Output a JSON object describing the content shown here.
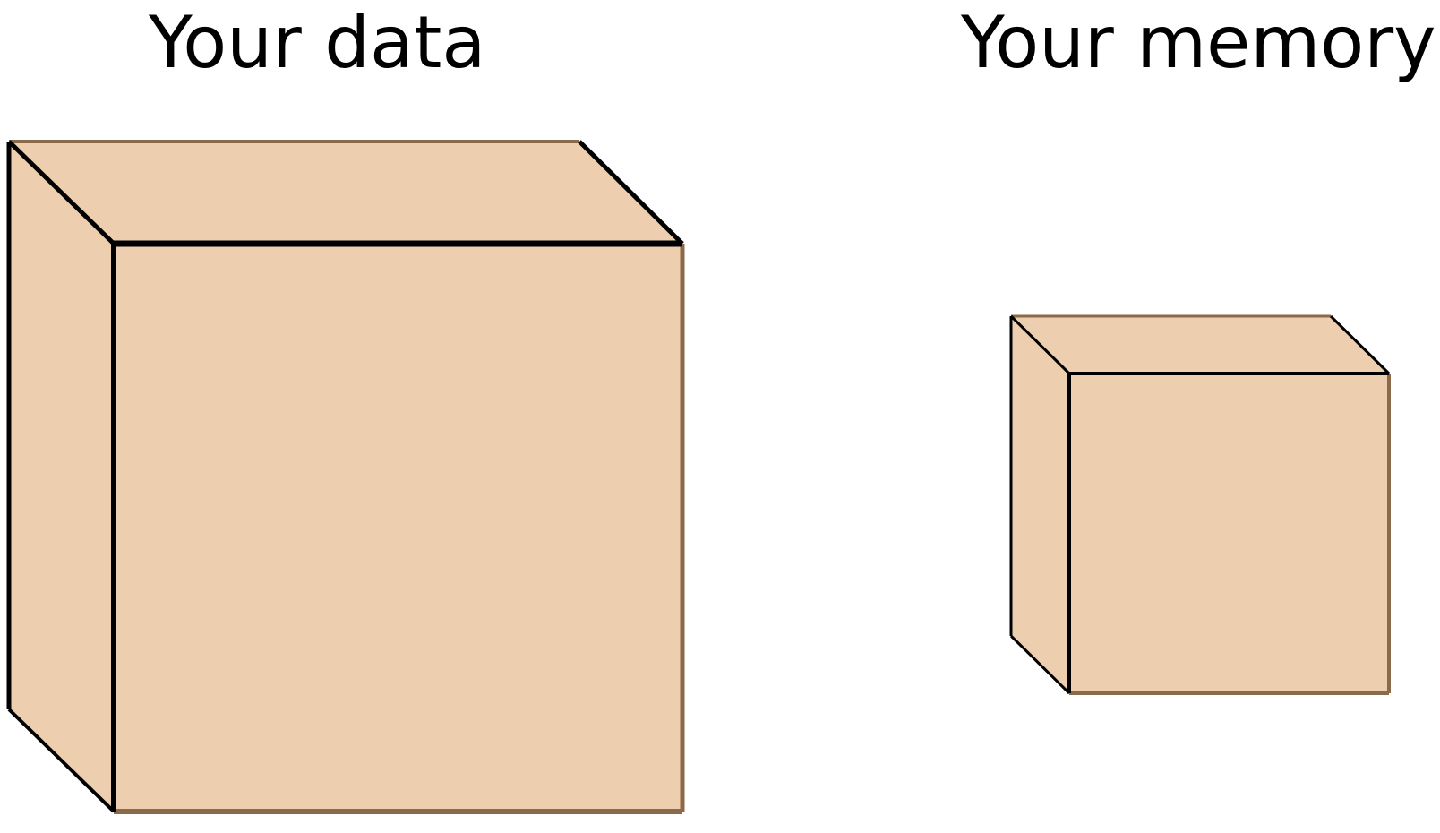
{
  "labels": {
    "data": "Your data",
    "memory": "Your memory"
  },
  "colors": {
    "face": "#EDCFAF",
    "edge_dark": "#000000",
    "edge_brown": "#8A6A4A",
    "background": "#FFFFFF"
  },
  "boxes": [
    {
      "name": "data-box",
      "relative_size": "large"
    },
    {
      "name": "memory-box",
      "relative_size": "small"
    }
  ]
}
